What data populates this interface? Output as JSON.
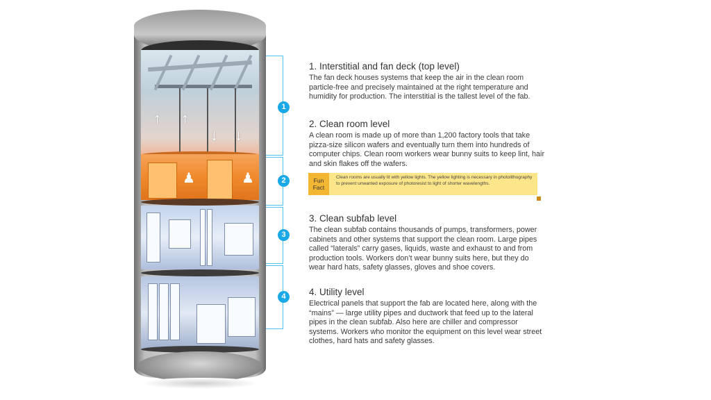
{
  "diagram": {
    "subject": "Semiconductor fab cross-section cylinder",
    "levels": [
      {
        "number": "1",
        "title": "1. Interstitial and fan deck (top level)",
        "body": "The fan deck houses systems that keep the air in the clean room particle-free and precisely maintained at the right temperature and humidity for production. The interstitial is the tallest level of the fab."
      },
      {
        "number": "2",
        "title": "2. Clean room level",
        "body": "A clean room is made up of more than 1,200 factory tools that take pizza-size silicon wafers and eventually turn them into hundreds of computer chips. Clean room workers wear bunny suits to keep lint, hair and skin flakes off the wafers."
      },
      {
        "number": "3",
        "title": "3. Clean subfab level",
        "body": "The clean subfab contains thousands of pumps, transformers, power cabinets and other systems that support the clean room. Large pipes called “laterals” carry gases, liquids, waste and exhaust to and from production tools. Workers don’t wear bunny suits here, but they do wear hard hats, safety glasses, gloves and shoe covers."
      },
      {
        "number": "4",
        "title": "4. Utility level",
        "body": "Electrical panels that support the fab are located here, along with the “mains” — large utility pipes and ductwork that feed up to the lateral pipes in the clean subfab. Also here are chiller and compressor systems. Workers who monitor the equipment on this level wear street clothes, hard hats and safety glasses."
      }
    ],
    "fun_fact": {
      "label_line1": "Fun",
      "label_line2": "Fact",
      "text": "Clean rooms are usually lit with yellow lights. The yellow lighting is necessary in photolithography to prevent unwanted exposure of photoresist to light of shorter wavelengths."
    },
    "icons": {
      "arrow_up": "↑",
      "arrow_down": "↓",
      "worker": "♟"
    },
    "colors": {
      "accent": "#1aa8e6",
      "bracket": "#4fc3f0",
      "fun_fact_bg": "#fde68a",
      "fun_fact_label": "#f2b632",
      "clean_room": "#f08a2c"
    }
  }
}
